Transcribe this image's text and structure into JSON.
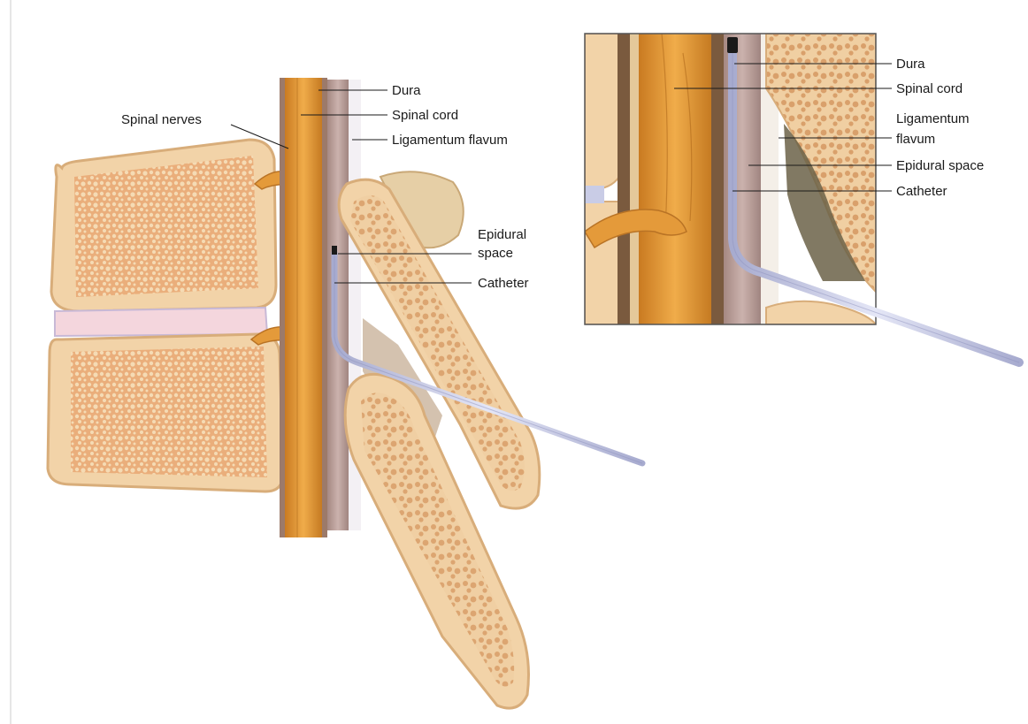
{
  "main_view": {
    "labels": {
      "spinal_nerves": "Spinal nerves",
      "dura": "Dura",
      "spinal_cord": "Spinal cord",
      "ligamentum_flavum": "Ligamentum flavum",
      "epidural_space_line1": "Epidural",
      "epidural_space_line2": "space",
      "catheter": "Catheter"
    }
  },
  "inset_view": {
    "labels": {
      "dura": "Dura",
      "spinal_cord": "Spinal cord",
      "ligamentum_flavum_line1": "Ligamentum",
      "ligamentum_flavum_line2": "flavum",
      "epidural_space": "Epidural space",
      "catheter": "Catheter"
    }
  },
  "colors": {
    "bone_fill": "#f2d3a8",
    "bone_edge": "#d8ad7a",
    "bone_marrow": "#d9835a",
    "spinal_cord": "#e49a3a",
    "dura": "#9c7a6a",
    "ligament": "#b79590",
    "disc": "#f4d6dd",
    "catheter": "#c9cce6"
  }
}
